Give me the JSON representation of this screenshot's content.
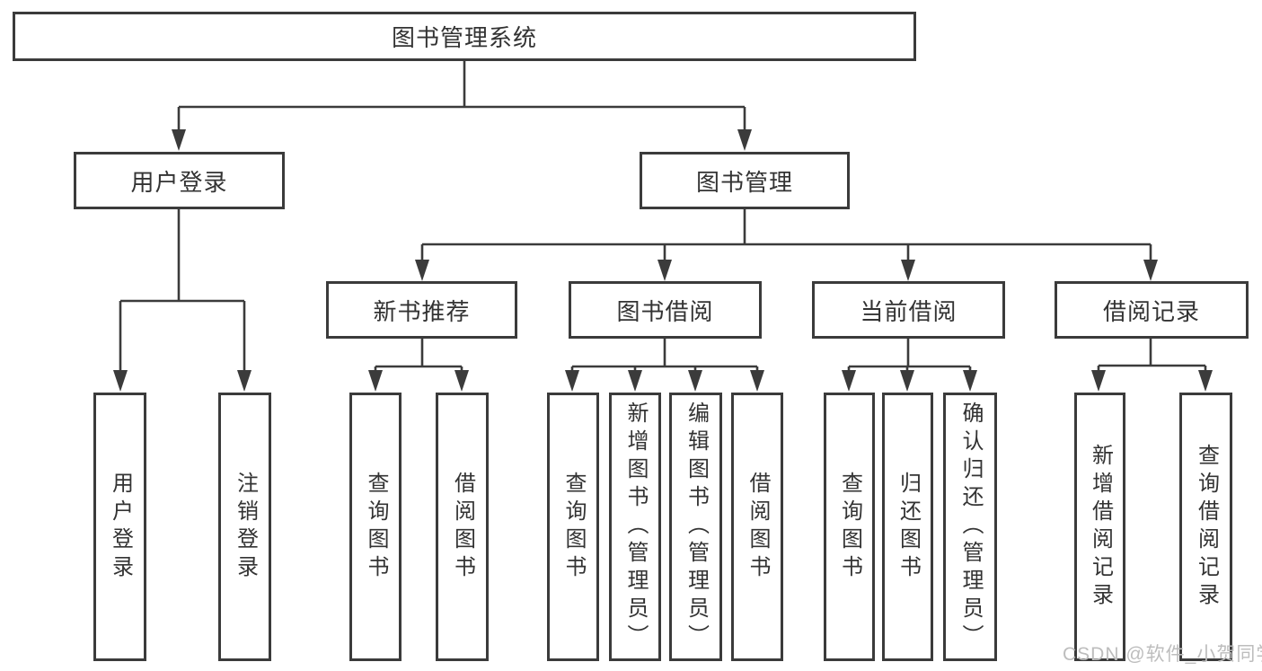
{
  "diagram": {
    "root": {
      "label": "图书管理系统"
    },
    "branches": [
      {
        "label": "用户登录",
        "children": [
          "用户登录",
          "注销登录"
        ]
      },
      {
        "label": "图书管理",
        "sections": [
          {
            "label": "新书推荐",
            "children": [
              "查询图书",
              "借阅图书"
            ]
          },
          {
            "label": "图书借阅",
            "children": [
              "查询图书",
              "新增图书（管理员）",
              "编辑图书（管理员）",
              "借阅图书"
            ]
          },
          {
            "label": "当前借阅",
            "children": [
              "查询图书",
              "归还图书",
              "确认归还（管理员）"
            ]
          },
          {
            "label": "借阅记录",
            "children": [
              "新增借阅记录",
              "查询借阅记录"
            ]
          }
        ]
      }
    ]
  },
  "watermark": "CSDN @软件_小贺同学",
  "colors": {
    "line": "#3b3b3b",
    "text": "#333333",
    "watermark": "#bdbdbd",
    "background": "#ffffff"
  }
}
